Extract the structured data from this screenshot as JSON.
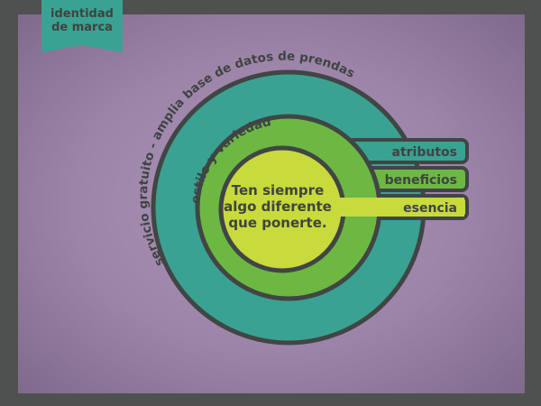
{
  "corner_label": {
    "line1": "identidad",
    "line2": "de marca"
  },
  "rings": {
    "outer": "servicio gratuito - amplia base de datos de prendas",
    "middle": "estilo y variedad",
    "core": [
      "Ten siempre",
      "algo diferente",
      "que ponerte."
    ]
  },
  "tabs": {
    "atributos": "atributos",
    "beneficios": "beneficios",
    "esencia": "esencia"
  },
  "colors": {
    "outer_ring": "#3aa292",
    "middle_ring": "#6cb843",
    "core": "#c8da3c",
    "outline": "#414544",
    "background": "#9c84a8",
    "ribbon": "#3aa292"
  }
}
